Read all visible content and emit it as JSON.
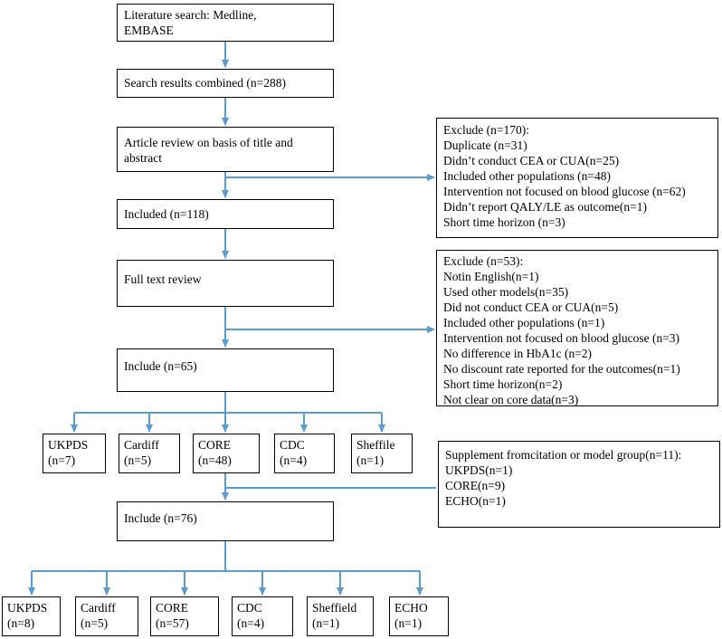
{
  "boxes": {
    "search": [
      "Literature search: Medline,",
      "EMBASE"
    ],
    "combined": [
      "Search results combined (n=288)"
    ],
    "article_review": [
      "Article review on basis of title and",
      "abstract"
    ],
    "included_118": [
      "Included (n=118)"
    ],
    "full_text": [
      "Full text review"
    ],
    "include_65": [
      "Include (n=65)"
    ],
    "include_76": [
      "Include (n=76)"
    ]
  },
  "exclude_1": [
    "Exclude (n=170):",
    "Duplicate (n=31)",
    "Didn’t conduct CEA or CUA(n=25)",
    "Included other populations (n=48)",
    "Intervention not focused on  blood glucose (n=62)",
    "Didn’t report QALY/LE as outcome(n=1)",
    "Short time horizon (n=3)"
  ],
  "exclude_2": [
    "Exclude (n=53):",
    "Notin English(n=1)",
    "Used other models(n=35)",
    "Did not conduct CEA or CUA(n=5)",
    "Included other populations (n=1)",
    "Intervention not focused on  blood glucose (n=3)",
    "No difference in HbA1c (n=2)",
    "No discount rate reported for the outcomes(n=1)",
    "Short time horizon(n=2)",
    "Not clear on core data(n=3)"
  ],
  "supplement": [
    "Supplement fromcitation or model group(n=11):",
    "UKPDS(n=1)",
    "CORE(n=9)",
    "ECHO(n=1)"
  ],
  "models_1": [
    [
      "UKPDS",
      "(n=7)"
    ],
    [
      "Cardiff",
      "(n=5)"
    ],
    [
      "CORE",
      "(n=48)"
    ],
    [
      "CDC",
      "(n=4)"
    ],
    [
      "Sheffile",
      "(n=1)"
    ]
  ],
  "models_2": [
    [
      "UKPDS",
      "(n=8)"
    ],
    [
      "Cardiff",
      "(n=5)"
    ],
    [
      "CORE",
      "(n=57)"
    ],
    [
      "CDC",
      "(n=4)"
    ],
    [
      "Sheffield",
      "(n=1)"
    ],
    [
      "ECHO",
      "(n=1)"
    ]
  ],
  "colors": {
    "arrow": "#5b9bd5",
    "border": "#000000"
  }
}
